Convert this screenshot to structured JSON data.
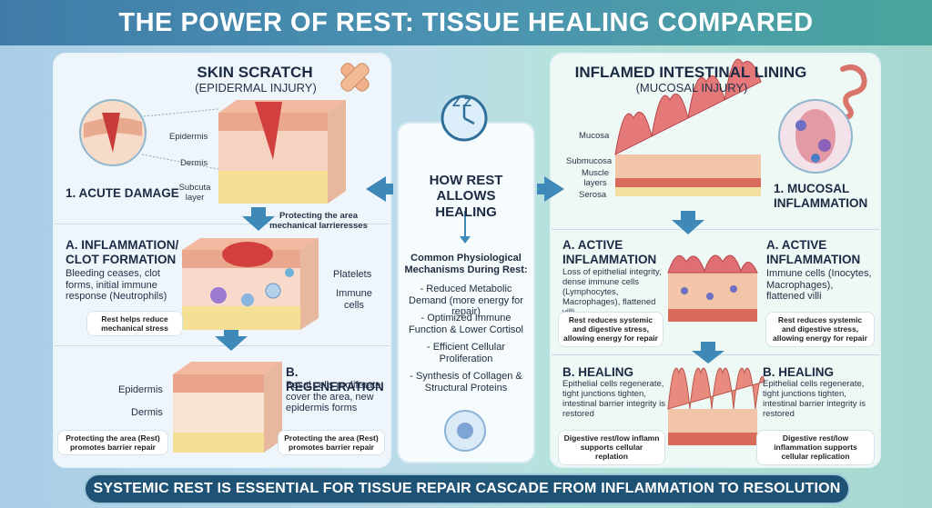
{
  "title": "THE POWER OF REST: TISSUE HEALING COMPARED",
  "left": {
    "heading": "SKIN SCRATCH",
    "subheading": "(EPIDERMAL INJURY)",
    "layer_labels": [
      "Epidermis",
      "Dermis",
      "Subcuta layer"
    ],
    "stage1": "1. ACUTE DAMAGE",
    "stageA_title": "A. INFLAMMATION/ CLOT FORMATION",
    "stageA_text": "Bleeding ceases, clot forms, initial immune response (Neutrophils)",
    "stageA_callout": "Protecting the area mechanical larrieresses",
    "platelets": "Platelets",
    "immune": "Immune cells",
    "stageA_note": "Rest helps reduce mechanical stress",
    "stageB_title": "B. REGENERATION",
    "stageB_text": "Basal cells proliferate, cover the area, new epidermis forms",
    "stageB_labels": [
      "Epidermis",
      "Dermis"
    ],
    "stageB_note_left": "Protecting the area (Rest) promotes barrier repair",
    "stageB_note_right": "Protecting the area (Rest) promotes barrier repair"
  },
  "center": {
    "heading": "HOW REST ALLOWS HEALING",
    "list_title": "Common Physiological Mechanisms During Rest:",
    "items": [
      "- Reduced Metabolic Demand (more energy for repair)",
      "- Optimized Immune Function & Lower Cortisol",
      "- Efficient Cellular Proliferation",
      "- Synthesis of Collagen & Structural Proteins"
    ],
    "clock_glyph": "Z Z"
  },
  "right": {
    "heading": "INFLAMED INTESTINAL LINING",
    "subheading": "(MUCOSAL INJURY)",
    "layer_labels": [
      "Mucosa",
      "Submucosa",
      "Muscle layers",
      "Serosa"
    ],
    "stage1": "1. MUCOSAL INFLAMMATION",
    "stageA_left_title": "A. ACTIVE INFLAMMATION",
    "stageA_left_text": "Loss of epithelial integrity, dense immune cells (Lymphocytes, Macrophages), flattened villi",
    "stageA_right_title": "A. ACTIVE INFLAMMATION",
    "stageA_right_text": "Immune cells (Inocytes, Macrophages), flattened villi",
    "stageA_note_left": "Rest reduces systemic and digestive stress, allowing energy for repair",
    "stageA_note_right": "Rest reduces systemic and digestive stress, allowing energy for repair",
    "stageB_left_title": "B. HEALING",
    "stageB_left_text": "Epithelial cells regenerate, tight junctions tighten, intestinal barrier integrity is restored",
    "stageB_right_title": "B. HEALING",
    "stageB_right_text": "Epithelial cells regenerate, tight junctions tighten, intestinal barrier integrity is restored",
    "stageB_note_left": "Digestive rest/low inflamn supports cellular replation",
    "stageB_note_right": "Digestive rest/low inflammation supports cellular replication"
  },
  "footer": "SYSTEMIC REST IS ESSENTIAL FOR TISSUE REPAIR CASCADE FROM INFLAMMATION TO RESOLUTION",
  "colors": {
    "skin_red": "#d94a4a",
    "dermis": "#f2cdb8",
    "fat": "#f3dc8a",
    "mucosa": "#d9686a",
    "arrow_blue": "#3f89b8",
    "footer_bg": "#1f5376"
  }
}
